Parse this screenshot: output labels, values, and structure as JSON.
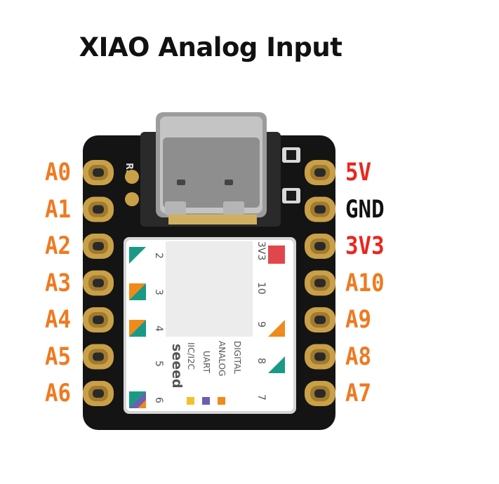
{
  "title": "XIAO Analog Input",
  "left_pins": [
    "A0",
    "A1",
    "A2",
    "A3",
    "A4",
    "A5",
    "A6"
  ],
  "right_pins": [
    {
      "label": "5V",
      "color": "#e8271f"
    },
    {
      "label": "GND",
      "color": "#111111"
    },
    {
      "label": "3V3",
      "color": "#e8271f"
    },
    {
      "label": "A10",
      "color": "#ef7a21"
    },
    {
      "label": "A9",
      "color": "#ef7a21"
    },
    {
      "label": "A8",
      "color": "#ef7a21"
    },
    {
      "label": "A7",
      "color": "#ef7a21"
    }
  ],
  "colors": {
    "analog": "#ef7a21",
    "power": "#e8271f",
    "ground": "#111111",
    "board": "#141414",
    "pad": "#c9a048",
    "teal": "#1a9a86",
    "yellow": "#f2c12e",
    "purple": "#6b5fb0",
    "orange": "#f08a1a",
    "red_pad": "#e0474c"
  },
  "board": {
    "rst_label": "RST",
    "brand": "seeed",
    "legend": [
      {
        "label": "IIC/I2C",
        "color": "#f2c12e"
      },
      {
        "label": "UART",
        "color": "#6b5fb0"
      },
      {
        "label": "ANALOG",
        "color": "#f08a1a"
      },
      {
        "label": "DIGITAL",
        "color": ""
      }
    ],
    "left_numbers": [
      "2",
      "3",
      "4",
      "5",
      "6"
    ],
    "right_numbers": [
      "3V3",
      "10",
      "9",
      "8",
      "7"
    ]
  }
}
